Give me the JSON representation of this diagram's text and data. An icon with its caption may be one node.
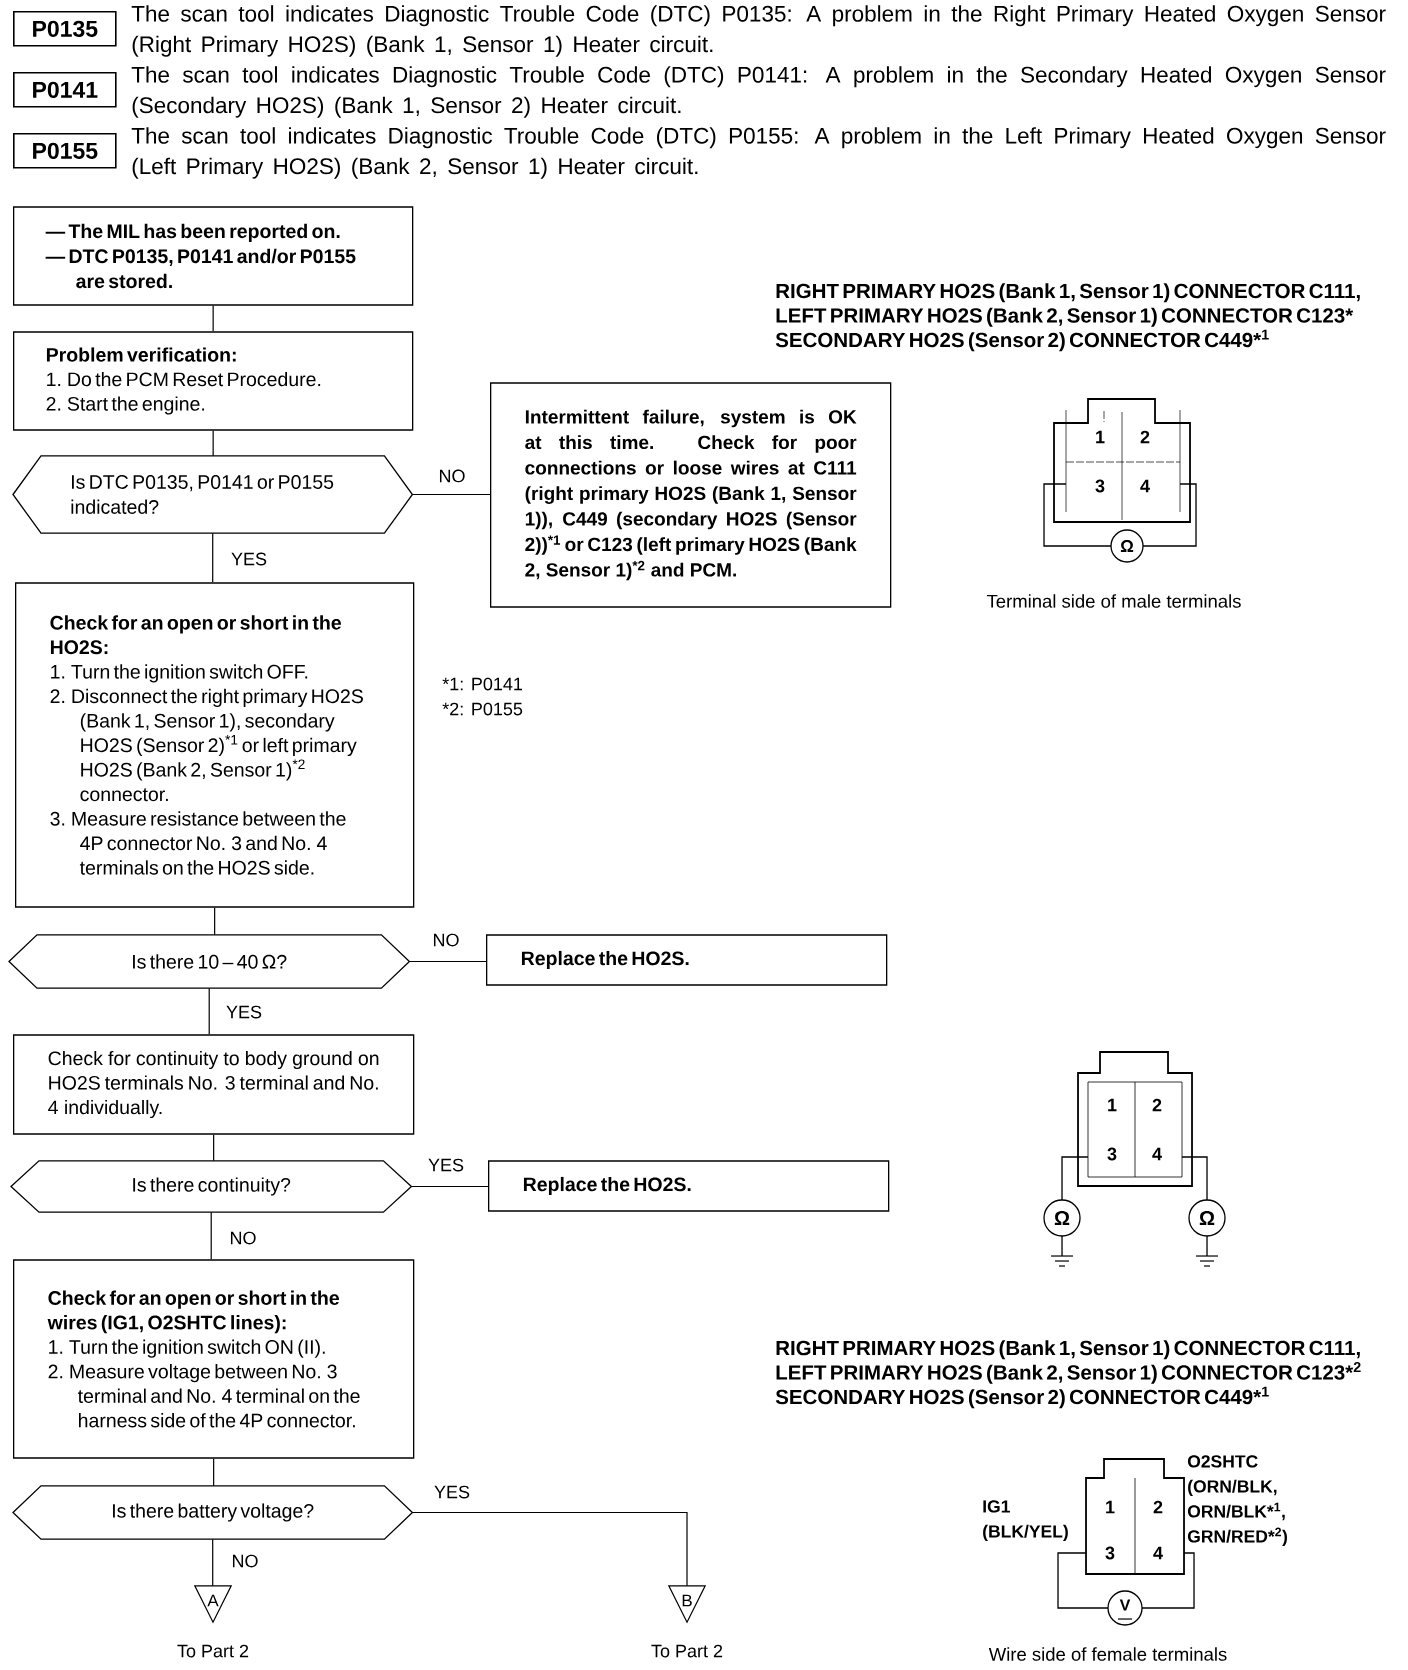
{
  "diagram": {
    "nodes": [
      {
        "text": [
          "P0135"
        ],
        "beside": [
          "The scan tool indicates Diagnostic Trouble Code (DTC) P0135: A problem in the Right Primary Heated Oxygen Sensor (Right Primary HO2S) (Bank 1, Sensor 1) Heater circuit."
        ]
      },
      {
        "text": [
          "P0141"
        ],
        "beside": [
          "The scan tool indicates Diagnostic Trouble Code (DTC) P0141: A problem in the Secondary Heated Oxygen Sensor (Secondary HO2S) (Bank 1, Sensor 2) Heater circuit."
        ]
      },
      {
        "text": [
          "P0155"
        ],
        "beside": [
          "The scan tool indicates Diagnostic Trouble Code (DTC) P0155: A problem in the Left Primary Heated Oxygen Sensor (Left Primary HO2S) (Bank 2, Sensor 1) Heater circuit."
        ]
      },
      {
        "text": [
          "— The MIL has been reported on.",
          "— DTC P0135, P0141 and/or P0155 are stored."
        ]
      },
      {
        "text": [
          "Problem verification:",
          "1. Do the PCM Reset Procedure.",
          "2. Start the engine."
        ]
      },
      {
        "text": [
          "Is DTC P0135, P0141 or P0155 indicated?"
        ]
      },
      {
        "text": [
          "Intermittent failure, system is OK at this time. Check for poor connections or loose wires at C111 (right primary HO2S (Bank 1, Sensor 1)), C449 (secondary HO2S (Sensor 2))$^{*1}$ or C123 (left primary HO2S (Bank 2, Sensor 1)$^{*2}$ and PCM."
        ]
      },
      {
        "text": [
          "Check for an open or short in the HO2S:",
          "1. Turn the ignition switch OFF.",
          "2. Disconnect the right primary HO2S (Bank 1, Sensor 1), secondary HO2S (Sensor 2)$^{*1}$ or left primary HO2S (Bank 2, Sensor 1)$^{*2}$ connector.",
          "3. Measure resistance between the 4P connector No. 3 and No. 4 terminals on the HO2S side."
        ]
      },
      {
        "text": [
          "Is there 10 – 40 Ω?"
        ]
      },
      {
        "text": [
          "Replace the HO2S."
        ]
      },
      {
        "text": [
          "Check for continuity to body ground on HO2S terminals No. 3 terminal and No. 4 individually."
        ]
      },
      {
        "text": [
          "Is there continuity?"
        ]
      },
      {
        "text": [
          "Replace the HO2S."
        ]
      },
      {
        "text": [
          "Check for an open or short in the wires (IG1, O2SHTC lines):",
          "1. Turn the ignition switch ON (II).",
          "2. Measure voltage between No. 3 terminal and No. 4 terminal on the harness side of the 4P connector."
        ]
      },
      {
        "text": [
          "Is there battery voltage?"
        ]
      },
      {
        "text": [
          "A"
        ],
        "beside": [
          "To Part 2"
        ]
      },
      {
        "text": [
          "B"
        ],
        "beside": [
          "To Part 2"
        ]
      }
    ],
    "edges": [
      {
        "from": 3,
        "to": 4,
        "arrow": "none"
      },
      {
        "from": 4,
        "to": 5,
        "arrow": "none"
      },
      {
        "from": 5,
        "to": 6,
        "arrow": "none",
        "label": "NO"
      },
      {
        "from": 5,
        "to": 7,
        "arrow": "none",
        "label": "YES"
      },
      {
        "from": 7,
        "to": 8,
        "arrow": "none"
      },
      {
        "from": 8,
        "to": 9,
        "arrow": "none",
        "label": "NO"
      },
      {
        "from": 8,
        "to": 10,
        "arrow": "none",
        "label": "YES"
      },
      {
        "from": 10,
        "to": 11,
        "arrow": "none"
      },
      {
        "from": 11,
        "to": 12,
        "arrow": "none",
        "label": "YES"
      },
      {
        "from": 11,
        "to": 13,
        "arrow": "none",
        "label": "NO"
      },
      {
        "from": 13,
        "to": 14,
        "arrow": "none"
      },
      {
        "from": 14,
        "to": 15,
        "arrow": "none",
        "label": "NO"
      },
      {
        "from": 14,
        "to": 16,
        "arrow": "none",
        "label": "YES"
      }
    ],
    "labels": [
      "RIGHT PRIMARY HO2S (Bank 1, Sensor 1) CONNECTOR C111, LEFT PRIMARY HO2S (Bank 2, Sensor 1) CONNECTOR C123* SECONDARY HO2S (Sensor 2) CONNECTOR C449*$^{1}$",
      "1",
      "2",
      "3",
      "4",
      "Ω",
      "Terminal side of male terminals",
      "*1: P0141",
      "*2: P0155",
      "1",
      "2",
      "3",
      "4",
      "Ω",
      "Ω",
      "RIGHT PRIMARY HO2S (Bank 1, Sensor 1) CONNECTOR C111, LEFT PRIMARY HO2S (Bank 2, Sensor 1) CONNECTOR C123*$^{2}$ SECONDARY HO2S (Sensor 2) CONNECTOR C449*$^{1}$",
      "O2SHTC (ORN/BLK, ORN/BLK*$^{1}$, GRN/RED*$^{2}$)",
      "IG1 (BLK/YEL)",
      "1",
      "2",
      "3",
      "4",
      "V",
      "Wire side of female terminals"
    ]
  }
}
